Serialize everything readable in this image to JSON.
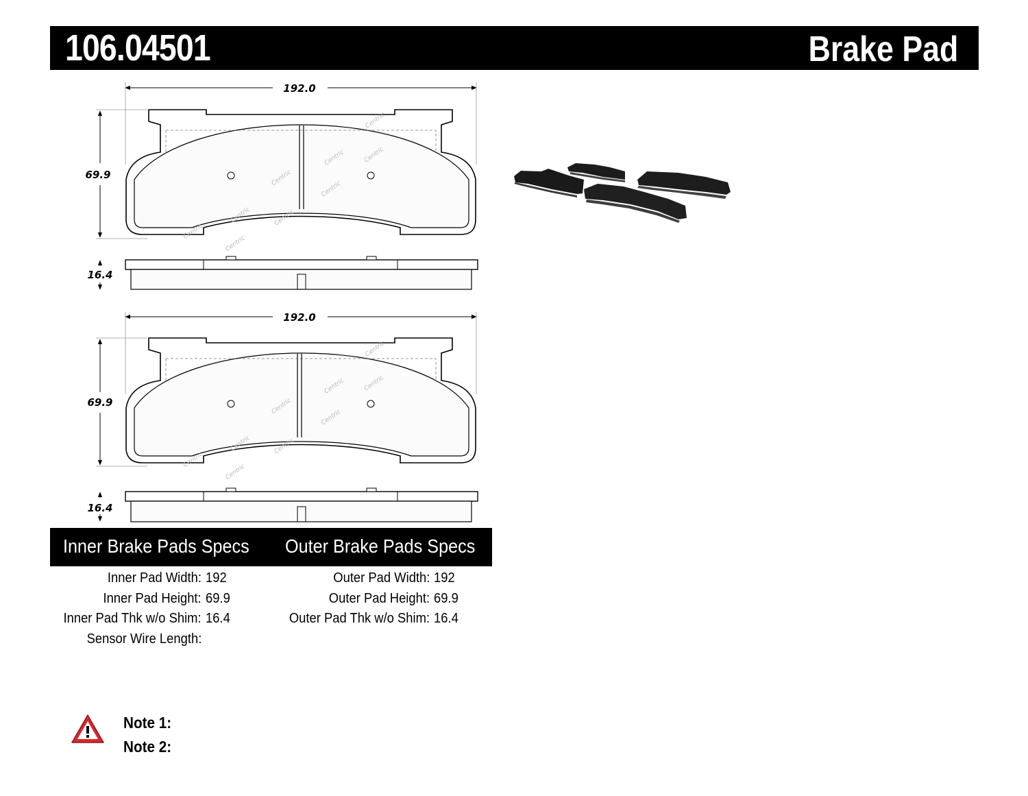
{
  "header": {
    "part_number": "106.04501",
    "product_type": "Brake Pad"
  },
  "drawing": {
    "logo_text": "Centric",
    "top_view": {
      "width_label": "192.0",
      "height_label": "69.9",
      "thickness_label": "16.4"
    },
    "bottom_view": {
      "width_label": "192.0",
      "height_label": "69.9",
      "thickness_label": "16.4"
    }
  },
  "specs": {
    "inner_title": "Inner Brake Pads Specs",
    "outer_title": "Outer Brake Pads Specs",
    "inner": [
      {
        "label": "Inner Pad Width:",
        "value": "192"
      },
      {
        "label": "Inner Pad Height:",
        "value": "69.9"
      },
      {
        "label": "Inner Pad Thk w/o Shim:",
        "value": "16.4"
      },
      {
        "label": "Sensor Wire Length:",
        "value": ""
      }
    ],
    "outer": [
      {
        "label": "Outer Pad Width:",
        "value": "192"
      },
      {
        "label": "Outer Pad Height:",
        "value": "69.9"
      },
      {
        "label": "Outer Pad Thk w/o Shim:",
        "value": "16.4"
      }
    ]
  },
  "notes": {
    "note1": "Note 1:",
    "note2": "Note 2:"
  },
  "colors": {
    "bar": "#000000",
    "warning_red": "#d7282f"
  }
}
